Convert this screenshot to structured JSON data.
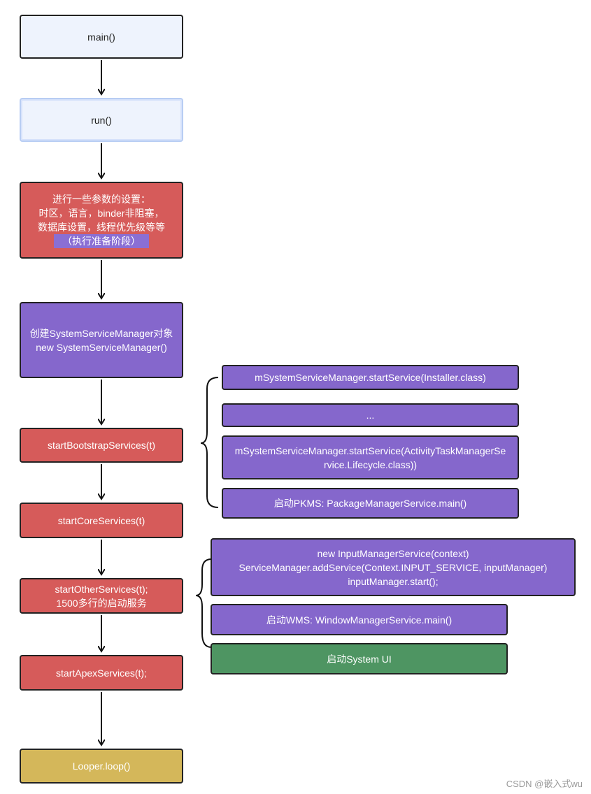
{
  "nodes": {
    "main": "main()",
    "run": "run()",
    "prep": {
      "line1": "进行一些参数的设置：",
      "line2": "时区，语言，binder非阻塞，",
      "line3": "数据库设置，线程优先级等等",
      "line4": "（执行准备阶段）"
    },
    "create": {
      "line1": "创建SystemServiceManager对象",
      "line2": "new SystemServiceManager()"
    },
    "bootstrap": "startBootstrapServices(t)",
    "core": "startCoreServices(t)",
    "other": {
      "line1": "startOtherServices(t);",
      "line2": "1500多行的启动服务"
    },
    "apex": "startApexServices(t);",
    "looper": "Looper.loop()"
  },
  "bootstrap_details": {
    "installer": "mSystemServiceManager.startService(Installer.class)",
    "ellipsis": "...",
    "atms_line1": "mSystemServiceManager.startService(ActivityTaskManagerSe",
    "atms_line2": "rvice.Lifecycle.class))",
    "pkms": "启动PKMS: PackageManagerService.main()"
  },
  "other_details": {
    "ims_line1": "new InputManagerService(context)",
    "ims_line2": "ServiceManager.addService(Context.INPUT_SERVICE, inputManager)",
    "ims_line3": "inputManager.start();",
    "wms": "启动WMS: WindowManagerService.main()",
    "systemui": "启动System UI"
  },
  "watermark": "CSDN @嵌入式wu",
  "colors": {
    "light": "#eef3fd",
    "red": "#d65b5a",
    "purple": "#8567cc",
    "green": "#4e9562",
    "gold": "#d4b75a"
  }
}
